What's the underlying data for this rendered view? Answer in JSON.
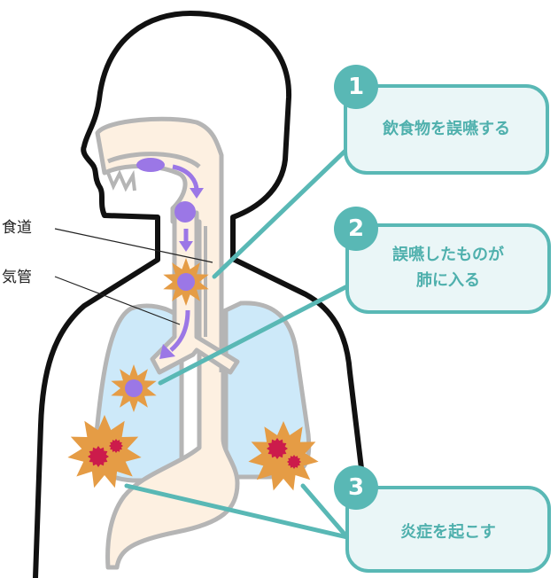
{
  "labels": {
    "esophagus": "食道",
    "trachea": "気管"
  },
  "callouts": [
    {
      "number": "1",
      "text": "飲食物を誤嚥する"
    },
    {
      "number": "2",
      "text_line1": "誤嚥したものが",
      "text_line2": "肺に入る"
    },
    {
      "number": "3",
      "text": "炎症を起こす"
    }
  ],
  "colors": {
    "teal": "#59b8b5",
    "callout_bg": "#eaf6f7",
    "lung": "#cde9f9",
    "tract": "#fdf0e1",
    "outline": "#b5b5b5",
    "food": "#9b77e6",
    "burst": "#e59c45",
    "inflammation": "#cc1b4b"
  }
}
